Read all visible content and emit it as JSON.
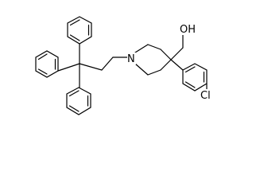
{
  "molecule": {
    "atom_labels": {
      "hydroxyl": "OH",
      "piperidine_nitrogen": "N",
      "chlorine": "Cl"
    }
  }
}
